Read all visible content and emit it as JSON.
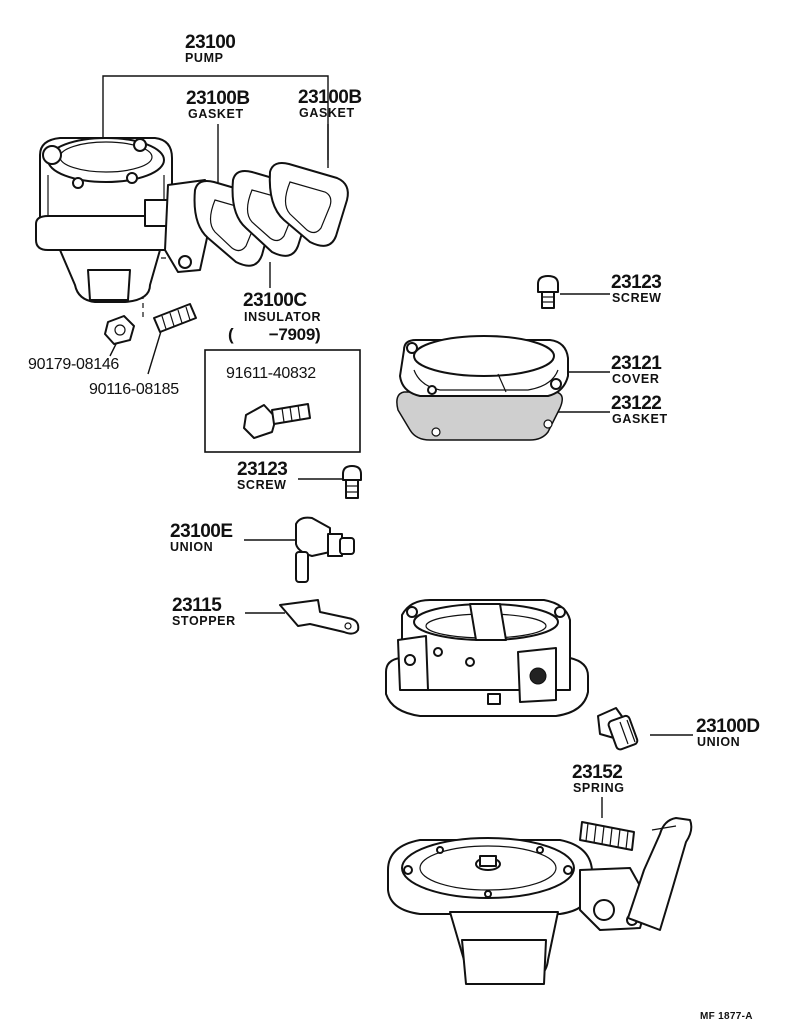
{
  "callouts": {
    "pump": {
      "number": "23100",
      "name": "PUMP"
    },
    "gasket_1": {
      "number": "23100B",
      "name": "GASKET"
    },
    "gasket_2": {
      "number": "23100B",
      "name": "GASKET"
    },
    "insulator": {
      "number": "23100C",
      "name": "INSULATOR",
      "range": "(        −7909)"
    },
    "nut": {
      "number": "90179-08146"
    },
    "stud": {
      "number": "90116-08185"
    },
    "bolt": {
      "number": "91611-40832"
    },
    "screw_upper": {
      "number": "23123",
      "name": "SCREW"
    },
    "cover": {
      "number": "23121",
      "name": "COVER"
    },
    "cover_gasket": {
      "number": "23122",
      "name": "GASKET"
    },
    "screw_lower": {
      "number": "23123",
      "name": "SCREW"
    },
    "union_e": {
      "number": "23100E",
      "name": "UNION"
    },
    "stopper": {
      "number": "23115",
      "name": "STOPPER"
    },
    "union_d": {
      "number": "23100D",
      "name": "UNION"
    },
    "spring": {
      "number": "23152",
      "name": "SPRING"
    }
  },
  "diagram_code": "MF 1877-A"
}
